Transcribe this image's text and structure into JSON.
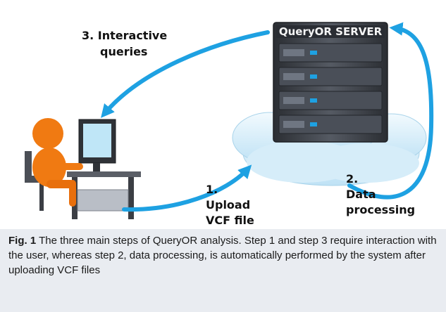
{
  "diagram": {
    "server_label": "QueryOR SERVER",
    "step3_label": [
      "3. Interactive",
      "queries"
    ],
    "step1_label": [
      "1.",
      "Upload",
      "VCF file"
    ],
    "step2_label": [
      "2.",
      "Data",
      "processing"
    ],
    "colors": {
      "arrow": "#1ea1e2",
      "server_body": "#3a3d44",
      "cloud": "#dff1fb",
      "person": "#f07a12",
      "monitor_screen": "#bfe6f7"
    }
  },
  "caption": {
    "figure_label": "Fig. 1",
    "text": "The three main steps of QueryOR analysis. Step 1 and step 3 require interaction with the user, whereas step 2, data processing, is automatically performed by the system after uploading VCF files"
  }
}
